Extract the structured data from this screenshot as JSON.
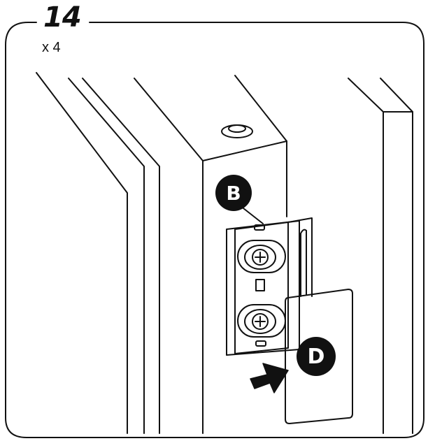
{
  "step": {
    "number": "14",
    "quantity": "x 4"
  },
  "callouts": {
    "part_b": "B",
    "part_d": "D"
  },
  "colors": {
    "line": "#111111",
    "background": "#ffffff"
  },
  "icons": [
    "screw-icon",
    "arrow-icon"
  ]
}
